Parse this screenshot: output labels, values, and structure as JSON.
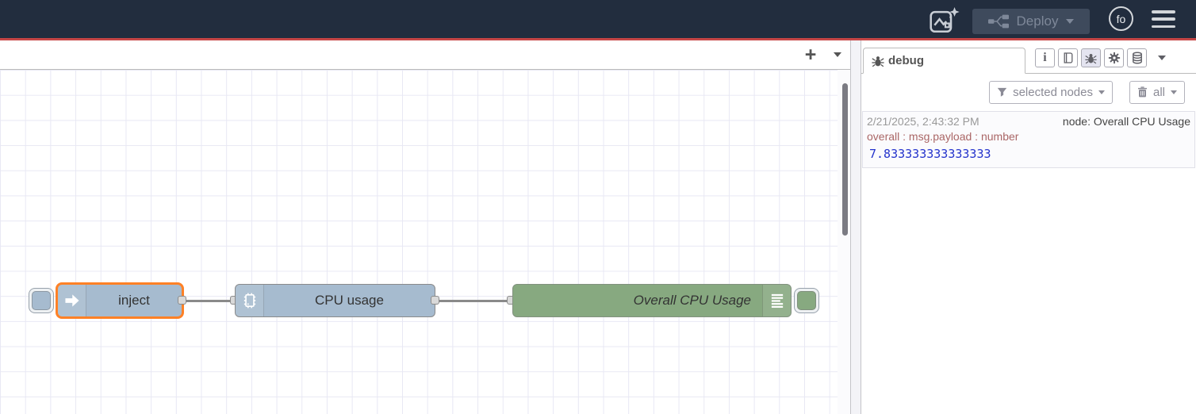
{
  "colors": {
    "header_bg": "#222d3e",
    "accent_red": "#c64646",
    "node_blue": "#a6bbcf",
    "node_green": "#87a980",
    "selection_orange": "#ff8126",
    "wire_gray": "#8a8a8a",
    "grid_line": "#e8e8f4",
    "border_gray": "#bbbbbb",
    "debug_property_red": "#aa6666",
    "debug_value_blue": "#2433cc"
  },
  "icons": {
    "plus": "+",
    "info": "i",
    "caret_down": "triangle-down",
    "ai_flow": "flow-with-sparkle",
    "deploy": "wired-nodes",
    "bug": "beetle",
    "book": "book",
    "gear": "gear",
    "database": "stacked-discs",
    "filter": "funnel",
    "trash": "trash-can",
    "inject": "arrow-right",
    "cpu": "microchip",
    "debug_node": "list-lines",
    "menu": "hamburger"
  },
  "header": {
    "deploy_label": "Deploy",
    "avatar_initials": "fo"
  },
  "flow": {
    "nodes": [
      {
        "label": "inject",
        "type": "inject",
        "selected": true
      },
      {
        "label": "CPU usage",
        "type": "cpu"
      },
      {
        "label": "Overall CPU Usage",
        "type": "debug"
      }
    ]
  },
  "sidebar": {
    "tab_label": "debug",
    "filter_label": "selected nodes",
    "clear_label": "all",
    "message": {
      "timestamp": "2/21/2025, 2:43:32 PM",
      "node_name": "node: Overall CPU Usage",
      "property": "overall : msg.payload : number",
      "value": "7.833333333333333"
    }
  }
}
